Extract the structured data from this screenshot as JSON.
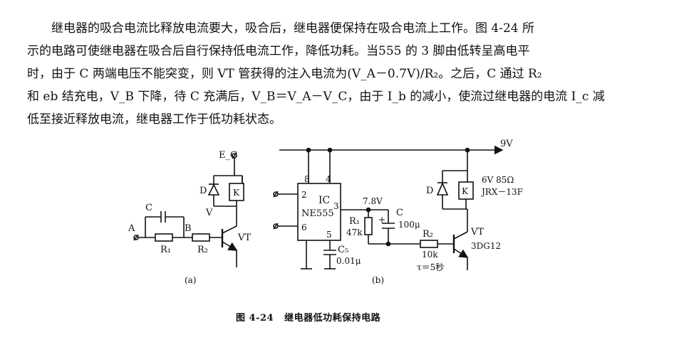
{
  "paragraph": {
    "lines": [
      "继电器的吸合电流比释放电流要大，吸合后，继电器便保持在吸合电流上工作。图 4-24 所",
      "示的电路可使继电器在吸合后自行保持低电流工作，降低功耗。当555 的 3 脚由低转呈高电平",
      "时，由于 C 两端电压不能突变，则 VT 管获得的注入电流为(V_A－0.7V)/R₂。之后，C 通过 R₂",
      "和 eb 结充电，V_B 下降，待 C 充满后，V_B＝V_A－V_C，由于 I_b 的减小，使流过继电器的电流 I_c 减",
      "低至接近释放电流，继电器工作于低功耗状态。"
    ]
  },
  "figure_a": {
    "label": "(a)",
    "terminals": {
      "A": "A",
      "B": "B",
      "V": "V",
      "supply": "E_C"
    },
    "components": {
      "capacitor": "C",
      "r1": "R₁",
      "r2": "R₂",
      "diode": "D",
      "relay": "K",
      "transistor": "VT"
    }
  },
  "figure_b": {
    "label": "(b)",
    "supply": "9V",
    "ic": {
      "name": "IC",
      "part": "NE555",
      "pins": [
        "8",
        "4",
        "2",
        "3",
        "6",
        "5"
      ]
    },
    "node_voltage": "7.8V",
    "r1": {
      "name": "R₁",
      "value": "47k"
    },
    "capacitor": {
      "name": "C",
      "polarity": "+",
      "value": "100μ"
    },
    "r2": {
      "name": "R₂",
      "value": "10k"
    },
    "c5": {
      "name": "C₅",
      "value": "0.01μ"
    },
    "tau": "τ＝5秒",
    "diode": "D",
    "relay": {
      "name": "K",
      "rating": "6V 85Ω",
      "part": "JRX－13F"
    },
    "transistor": {
      "name": "VT",
      "part": "3DG12"
    }
  },
  "caption": "图 4-24   继电器低功耗保持电路"
}
